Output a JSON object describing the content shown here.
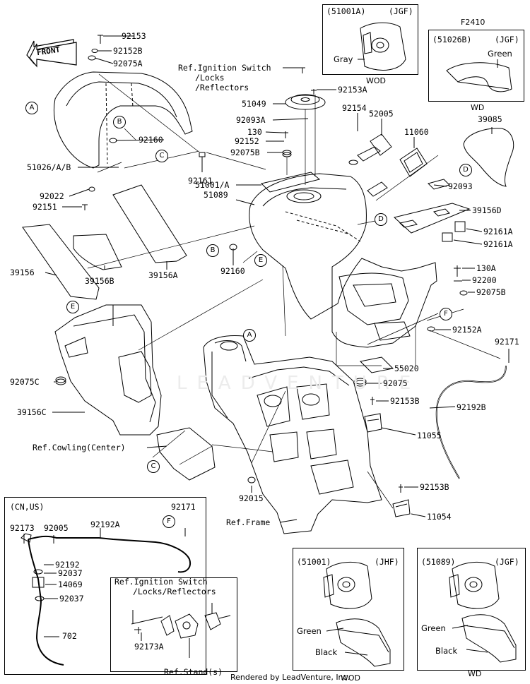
{
  "diagram_code": "F2410",
  "front_arrow": "FRONT",
  "watermark": "LEADVENTURE",
  "footer": "Rendered by LeadVenture, Inc.",
  "labels": {
    "p92153": "92153",
    "p92152B": "92152B",
    "p92075A": "92075A",
    "p92160a": "92160",
    "p51026": "51026/A/B",
    "p92022": "92022",
    "p92151": "92151",
    "p39156": "39156",
    "p39156B": "39156B",
    "p39156A": "39156A",
    "ref_ign": [
      "Ref.Ignition Switch",
      "/Locks",
      "/Reflectors"
    ],
    "p92153A": "92153A",
    "p51049": "51049",
    "p92093A": "92093A",
    "p130": "130",
    "p92152": "92152",
    "p92075B": "92075B",
    "p92161": "92161",
    "p51001": "51001/A",
    "p51089": "51089",
    "p92160b": "92160",
    "p92154": "92154",
    "p52005": "52005",
    "p11060": "11060",
    "p39085": "39085",
    "p92093": "92093",
    "p39156D": "39156D",
    "p92161Aa": "92161A",
    "p92161Ab": "92161A",
    "p130A": "130A",
    "p92200": "92200",
    "p92075Bb": "92075B",
    "p92152A": "92152A",
    "p92171a": "92171",
    "p55020": "55020",
    "p92075": "92075",
    "p92192B": "92192B",
    "p92075C": "92075C",
    "p39156C": "39156C",
    "ref_cowling": "Ref.Cowling(Center)",
    "p92153B": "92153B",
    "p11055": "11055",
    "p92015": "92015",
    "p92153Bb": "92153B",
    "ref_frame": "Ref.Frame",
    "p11054": "11054"
  },
  "callouts": {
    "A1": "A",
    "B1": "B",
    "C1": "C",
    "B2": "B",
    "E1": "E",
    "D1": "D",
    "D2": "D",
    "F1": "F",
    "E2": "E",
    "A2": "A",
    "C2": "C",
    "F2": "F"
  },
  "inset_51001A": {
    "code": "(51001A)",
    "variant": "(JGF)",
    "color": "Gray",
    "note": "WOD"
  },
  "inset_51026B": {
    "code": "(51026B)",
    "variant": "(JGF)",
    "color": "Green",
    "note": "WD"
  },
  "inset_cnus": {
    "title": "(CN,US)",
    "parts": {
      "a": "92171",
      "b": "92173",
      "c": "92005",
      "d": "92192A",
      "e": "92192",
      "f": "92037",
      "g": "14069",
      "h": "92037",
      "i": "702"
    }
  },
  "inset_ignition": {
    "ref": [
      "Ref.Ignition Switch",
      "/Locks/Reflectors"
    ],
    "part": "92173A",
    "ref_stand": "Ref.Stand(s)"
  },
  "inset_51001": {
    "code": "(51001)",
    "variant": "(JHF)",
    "green": "Green",
    "black": "Black",
    "note": "WOD"
  },
  "inset_51089": {
    "code": "(51089)",
    "variant": "(JGF)",
    "green": "Green",
    "black": "Black",
    "note": "WD"
  }
}
